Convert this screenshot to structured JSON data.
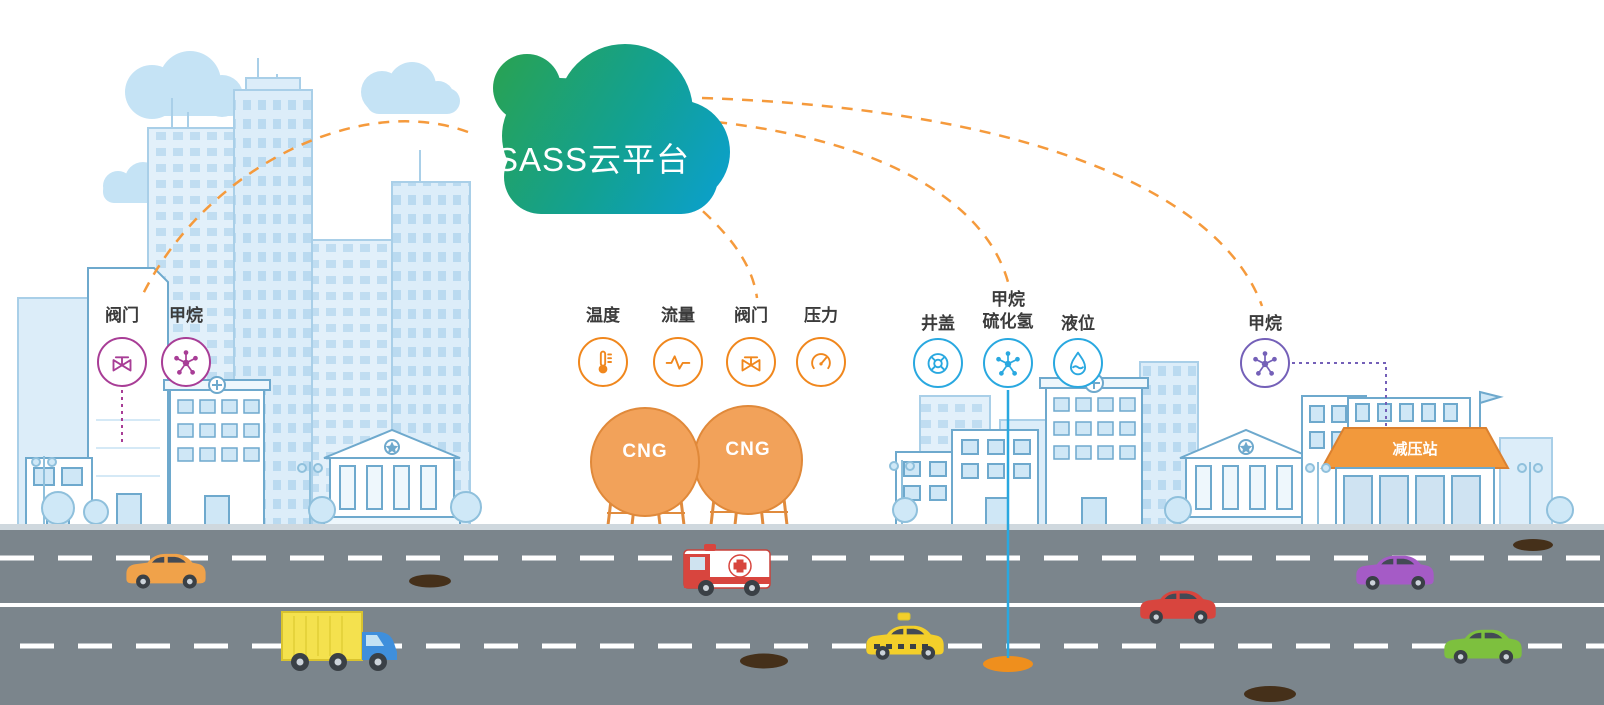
{
  "cloud": {
    "label": "SASS云平台"
  },
  "colors": {
    "city_group": "#a83d96",
    "cng_group": "#f0871d",
    "pipeline_group": "#29a8e0",
    "station_group": "#7460b8",
    "link_dash": "#f59a3c",
    "cloud_gradient_start": "#2ca24a",
    "cloud_gradient_end": "#0a9fd6",
    "tank_orange": "#f2a25a",
    "road_gray": "#7b858c"
  },
  "sensor_groups": {
    "city": {
      "items": [
        {
          "label": "阀门"
        },
        {
          "label": "甲烷"
        }
      ]
    },
    "cng": {
      "items": [
        {
          "label": "温度"
        },
        {
          "label": "流量"
        },
        {
          "label": "阀门"
        },
        {
          "label": "压力"
        }
      ]
    },
    "pipeline": {
      "items": [
        {
          "label": "井盖"
        },
        {
          "label": "甲烷",
          "label2": "硫化氢"
        },
        {
          "label": "液位"
        }
      ]
    },
    "station": {
      "items": [
        {
          "label": "甲烷"
        }
      ]
    }
  },
  "tanks": {
    "tank1_label": "CNG",
    "tank2_label": "CNG"
  },
  "station_building": {
    "label": "减压站"
  }
}
